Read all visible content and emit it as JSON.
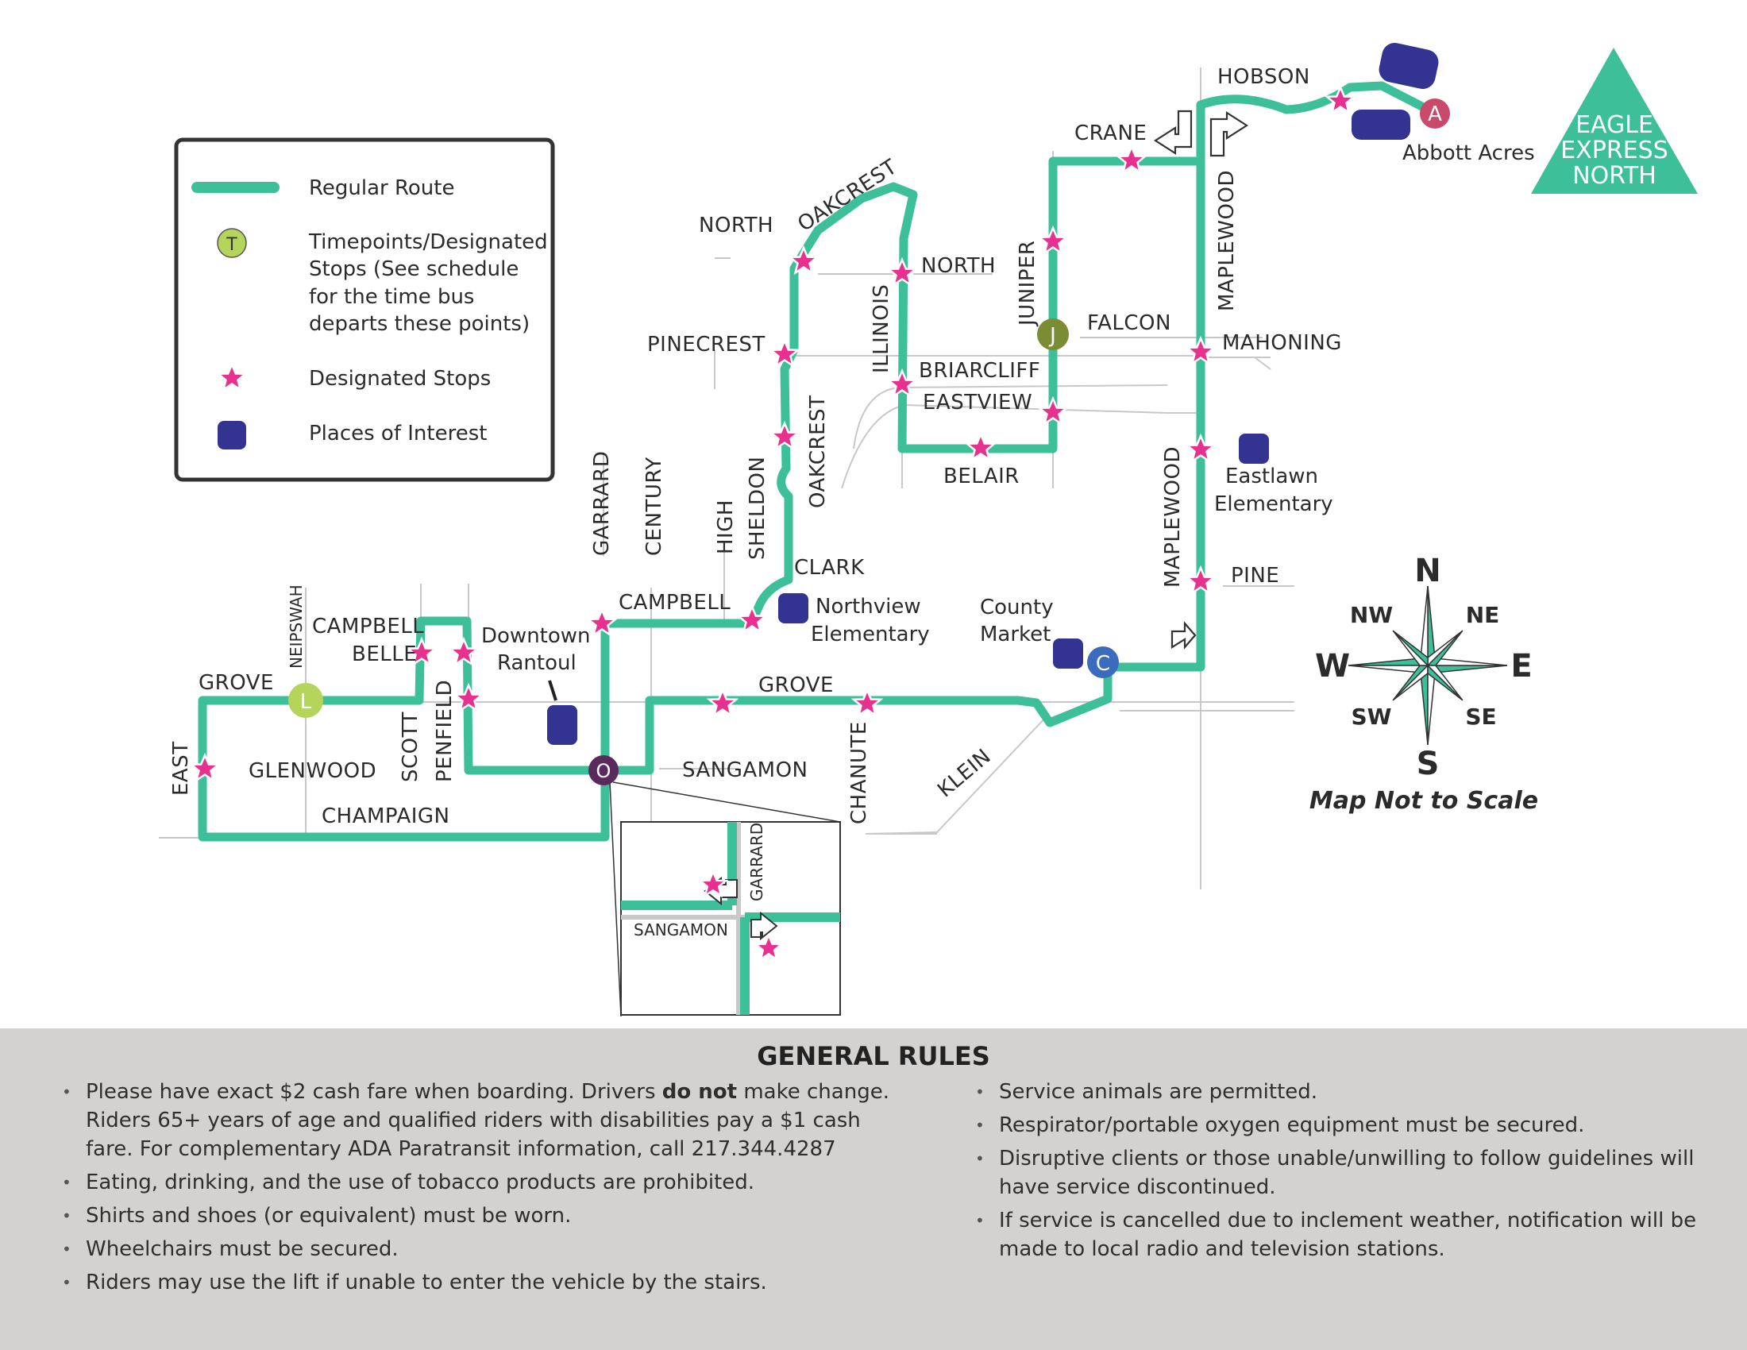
{
  "title": "EAGLE EXPRESS NORTH",
  "title_lines": [
    "EAGLE",
    "EXPRESS",
    "NORTH"
  ],
  "colors": {
    "route": "#3dbf99",
    "star": "#e8318f",
    "poi": "#333391",
    "timepoint_T": "#b4d45a",
    "timepoint_L": "#b4d45a",
    "timepoint_J": "#7a8c34",
    "timepoint_C": "#3b6bbd",
    "timepoint_O": "#5b2a5c",
    "timepoint_A": "#c94a6a",
    "title_bg": "#3dbf99",
    "rules_bg": "#d4d2d0"
  },
  "legend": {
    "regular_route": "Regular Route",
    "timepoint_symbol": "T",
    "timepoint_lines": [
      "Timepoints/Designated",
      "Stops (See schedule",
      "for the time bus",
      "departs these points)"
    ],
    "designated_stops": "Designated Stops",
    "places_of_interest": "Places of  Interest"
  },
  "streets": {
    "hobson": "HOBSON",
    "crane": "CRANE",
    "maplewood_n": "MAPLEWOOD",
    "juniper": "JUNIPER",
    "falcon": "FALCON",
    "mahoning": "MAHONING",
    "oakcrest_n": "OAKCREST",
    "north_w": "NORTH",
    "north_e": "NORTH",
    "illinois": "ILLINOIS",
    "briarcliff": "BRIARCLIFF",
    "eastview": "EASTVIEW",
    "pinecrest": "PINECREST",
    "oakcrest_s": "OAKCREST",
    "belair": "BELAIR",
    "maplewood_s": "MAPLEWOOD",
    "pine": "PINE",
    "garrard": "GARRARD",
    "century": "CENTURY",
    "high": "HIGH",
    "sheldon": "SHELDON",
    "clark": "CLARK",
    "campbell_e": "CAMPBELL",
    "neipswah": "NEIPSWAH",
    "campbell_w": "CAMPBELL",
    "belle": "BELLE",
    "grove_w": "GROVE",
    "grove_e": "GROVE",
    "scott": "SCOTT",
    "penfield": "PENFIELD",
    "east": "EAST",
    "glenwood": "GLENWOOD",
    "champaign": "CHAMPAIGN",
    "sangamon": "SANGAMON",
    "chanute": "CHANUTE",
    "klein": "KLEIN"
  },
  "inset": {
    "garrard": "GARRARD",
    "sangamon": "SANGAMON"
  },
  "places": {
    "abbott": "Abbott Acres",
    "eastlawn_1": "Eastlawn",
    "eastlawn_2": "Elementary",
    "northview_1": "Northview",
    "northview_2": "Elementary",
    "county_1": "County",
    "county_2": "Market",
    "downtown_1": "Downtown",
    "downtown_2": "Rantoul"
  },
  "timepoints": {
    "A": "A",
    "J": "J",
    "C": "C",
    "L": "L",
    "O": "O"
  },
  "compass": {
    "n": "N",
    "s": "S",
    "e": "E",
    "w": "W",
    "ne": "NE",
    "nw": "NW",
    "se": "SE",
    "sw": "SW",
    "note": "Map Not to Scale"
  },
  "rules": {
    "title": "GENERAL RULES",
    "fare_pre": "Please have exact $2 cash fare when boarding. Drivers ",
    "fare_bold": "do not",
    "fare_post": " make change. Riders 65+ years of age and qualified riders with disabilities pay a $1 cash fare. For complementary ADA Paratransit information, call 217.344.4287",
    "left": [
      "Eating, drinking, and the use of tobacco products are prohibited.",
      "Shirts and shoes (or equivalent) must be worn.",
      "Wheelchairs must be secured.",
      "Riders may use the lift if unable to enter the vehicle by the stairs."
    ],
    "right": [
      "Service animals are permitted.",
      "Respirator/portable oxygen equipment must be secured.",
      "Disruptive clients or those unable/unwilling to follow guidelines will have service discontinued.",
      "If service is cancelled due to inclement weather, notification will be made to local radio and television stations."
    ]
  }
}
